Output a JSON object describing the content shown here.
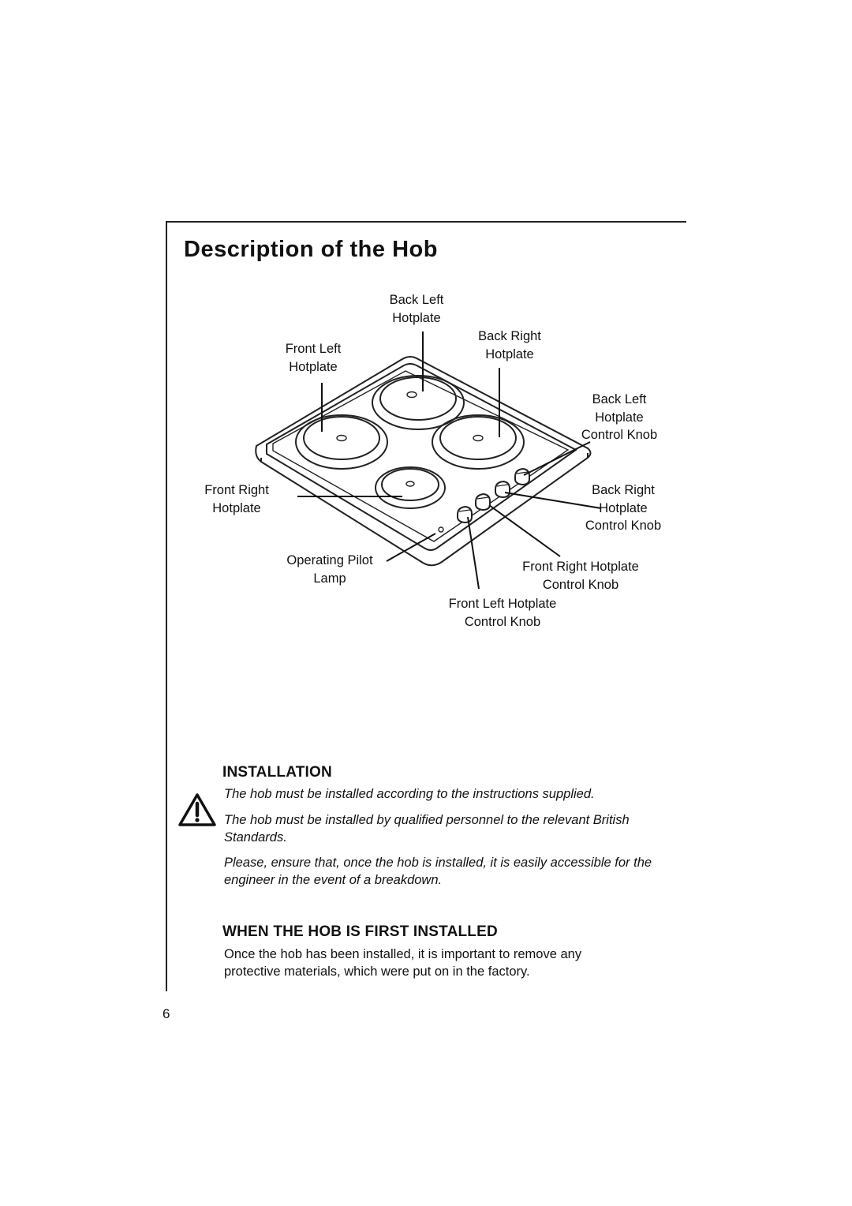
{
  "page": {
    "title": "Description of the Hob",
    "number": "6"
  },
  "diagram": {
    "labels": {
      "back_left_hotplate": [
        "Back Left",
        "Hotplate"
      ],
      "back_right_hotplate": [
        "Back Right",
        "Hotplate"
      ],
      "front_left_hotplate": [
        "Front Left",
        "Hotplate"
      ],
      "front_right_hotplate": [
        "Front Right",
        "Hotplate"
      ],
      "back_left_knob": [
        "Back Left",
        "Hotplate",
        "Control Knob"
      ],
      "back_right_knob": [
        "Back Right",
        "Hotplate",
        "Control Knob"
      ],
      "front_right_knob": [
        "Front Right Hotplate",
        "Control Knob"
      ],
      "front_left_knob": [
        "Front Left Hotplate",
        "Control Knob"
      ],
      "pilot_lamp": [
        "Operating Pilot",
        "Lamp"
      ]
    }
  },
  "installation": {
    "heading": "INSTALLATION",
    "warning_icon": "warning-triangle-icon",
    "paragraphs": [
      "The hob must be installed according to the instructions supplied.",
      "The hob must be installed by qualified personnel   to the relevant British Standards.",
      "Please, ensure that, once the hob is installed, it is easily accessible for the engineer in the event of a breakdown."
    ]
  },
  "first_installed": {
    "heading": "WHEN THE HOB IS FIRST INSTALLED",
    "paragraph": "Once the hob has been installed, it is important to remove any protective materials, which were put on in the factory."
  }
}
